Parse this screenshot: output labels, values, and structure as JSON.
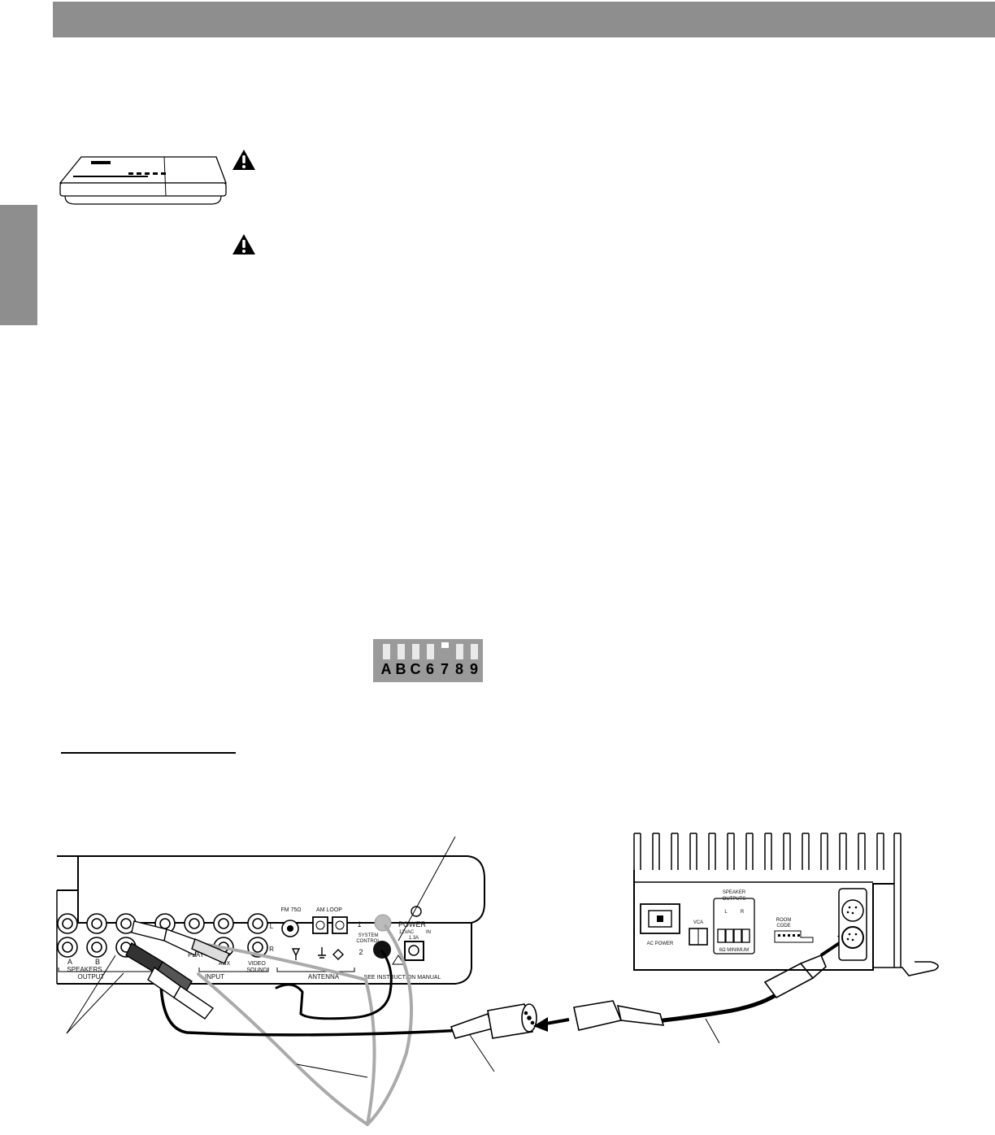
{
  "dip_switch": {
    "labels": [
      "A",
      "B",
      "C",
      "6",
      "7",
      "8",
      "9"
    ],
    "raised": [
      "false",
      "false",
      "false",
      "false",
      "true",
      "false",
      "false"
    ]
  },
  "console_panel": {
    "speakers": "SPEAKERS",
    "a": "A",
    "b": "B",
    "output": "OUTPUT",
    "play": "PLAY",
    "aux": "AUX",
    "video": "VIDEO",
    "sound": "SOUND",
    "l": "L",
    "r": "R",
    "input": "INPUT",
    "fm": "FM 75Ω",
    "am_loop": "AM LOOP",
    "antenna": "ANTENNA",
    "num1": "1",
    "num2": "2",
    "system": "SYSTEM",
    "control": "CONTROL",
    "power": "POWER",
    "vac": "12VAC",
    "in": "IN",
    "amp": "1.3A",
    "see_manual": "SEE INSTRUCTION MANUAL"
  },
  "module_panel": {
    "ac_power": "AC POWER",
    "vca": "VCA",
    "speaker": "SPEAKER",
    "outputs": "OUTPUTS",
    "l": "L",
    "r": "R",
    "min": "6Ω  MINIMUM",
    "room": "ROOM",
    "code": "CODE"
  }
}
